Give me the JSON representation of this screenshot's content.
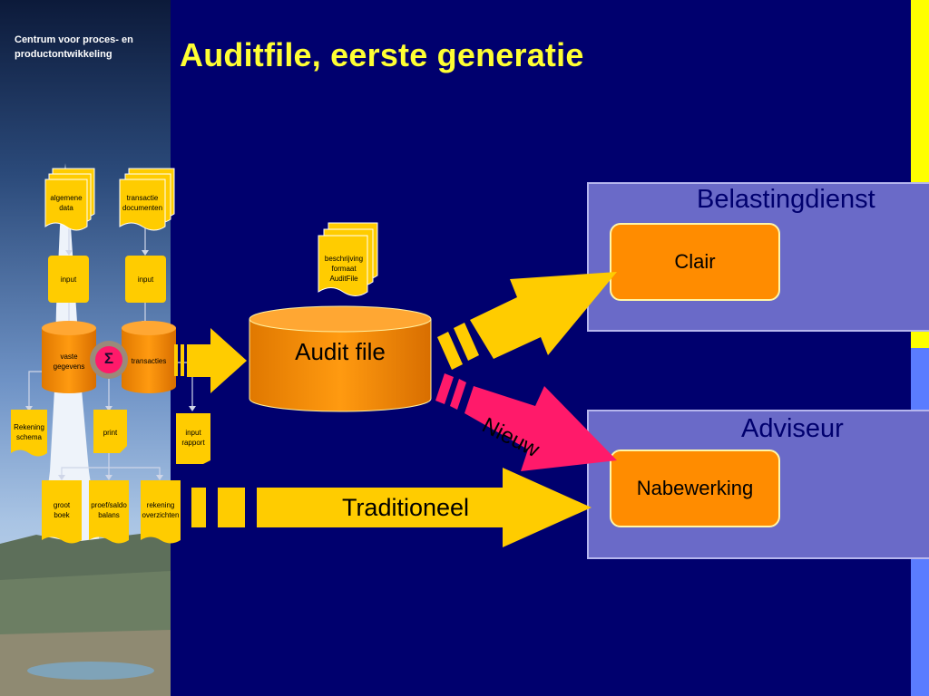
{
  "header": {
    "organization": "Centrum voor proces- en productontwikkeling",
    "title": "Auditfile, eerste generatie"
  },
  "colors": {
    "background": "#00006e",
    "title": "#ffff33",
    "orange": "#ff8c00",
    "yellow_arrow": "#ffcc00",
    "pink_arrow": "#ff1a6a",
    "panel": "#6a6ac8"
  },
  "left_flow": {
    "doc_algemene": "algemene data",
    "doc_transactie": "transactie documenten",
    "input_left": "input",
    "input_right": "input",
    "db_vaste": "vaste gegevens",
    "db_transacties": "transacties",
    "sigma": "Σ",
    "rekening_schema": "Rekening schema",
    "print": "print",
    "input_rapport": "input rapport",
    "out_grootboek": "groot boek",
    "out_proef": "proef/saldo balans",
    "out_rekening": "rekening overzichten"
  },
  "center": {
    "doc_beschrijving": "beschrijving formaat AuditFile",
    "auditfile": "Audit file"
  },
  "arrows": {
    "nieuw": "Nieuw",
    "traditioneel": "Traditioneel"
  },
  "panels": {
    "belastingdienst": {
      "title": "Belastingdienst",
      "button": "Clair"
    },
    "adviseur": {
      "title": "Adviseur",
      "button": "Nabewerking"
    }
  }
}
